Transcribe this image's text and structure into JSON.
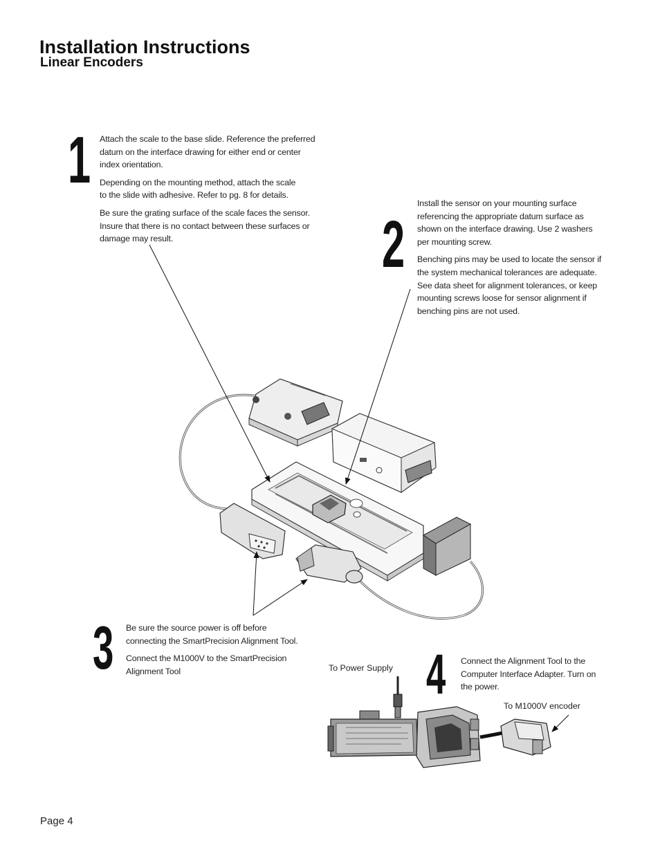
{
  "header": {
    "title": "Installation Instructions",
    "subtitle": "Linear Encoders"
  },
  "steps": [
    {
      "number": "1",
      "paragraphs": [
        "Attach the scale to the base slide. Reference the preferred datum on the interface drawing for either end or center index orientation.",
        "Depending on the mounting method, attach the scale to the slide with adhesive. Refer to pg. 8 for details.",
        "Be sure the grating surface of the scale faces the sensor. Insure that there is no contact between these surfaces or damage may result."
      ]
    },
    {
      "number": "2",
      "paragraphs": [
        "Install the sensor on your mounting surface referencing the appropriate datum surface as shown on the interface drawing. Use 2 washers per mounting screw.",
        "Benching pins may be used to locate the sensor if the system mechanical tolerances are adequate. See data sheet for alignment tolerances, or keep mounting screws loose for sensor alignment if benching pins are not used."
      ]
    },
    {
      "number": "3",
      "paragraphs": [
        "Be sure the source power is off before connecting the SmartPrecision Alignment Tool.",
        "Connect the M1000V to the SmartPrecision Alignment Tool"
      ]
    },
    {
      "number": "4",
      "paragraphs": [
        "Connect the Alignment Tool to the Computer Interface Adapter. Turn on the power."
      ]
    }
  ],
  "labels": {
    "power_supply": "To Power Supply",
    "encoder": "To M1000V encoder"
  },
  "footer": {
    "page": "Page 4"
  }
}
